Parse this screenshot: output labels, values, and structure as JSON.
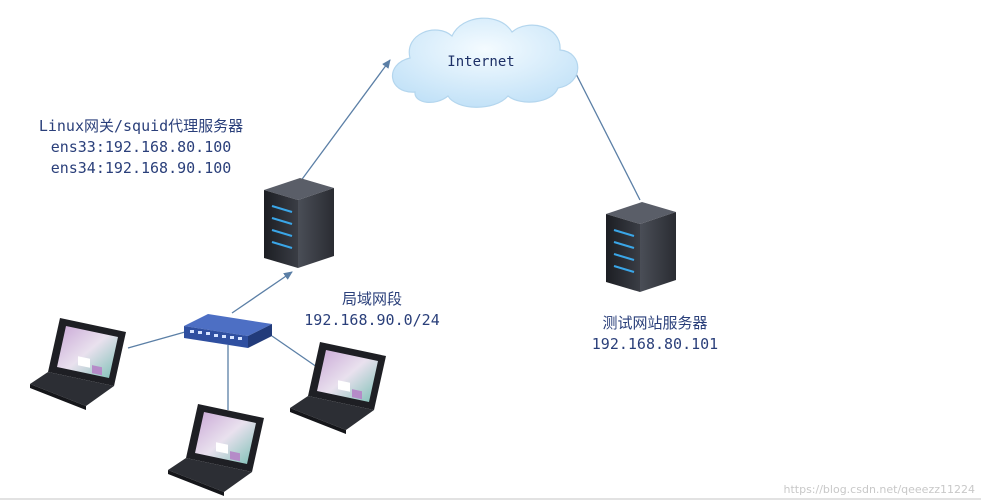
{
  "cloud": {
    "label": "Internet"
  },
  "proxy_server": {
    "title": "Linux网关/squid代理服务器",
    "ens33": "ens33:192.168.80.100",
    "ens34": "ens34:192.168.90.100"
  },
  "lan": {
    "title": "局域网段",
    "subnet": "192.168.90.0/24"
  },
  "test_server": {
    "title": "测试网站服务器",
    "ip": "192.168.80.101"
  },
  "watermark": "https://blog.csdn.net/qeeezz11224",
  "colors": {
    "arrow": "#5b7fa6",
    "cloud_fill": "#d8ecfb",
    "server_body": "#2b2d33",
    "switch_body": "#2f4fa0",
    "label_text": "#2a3f7a"
  }
}
